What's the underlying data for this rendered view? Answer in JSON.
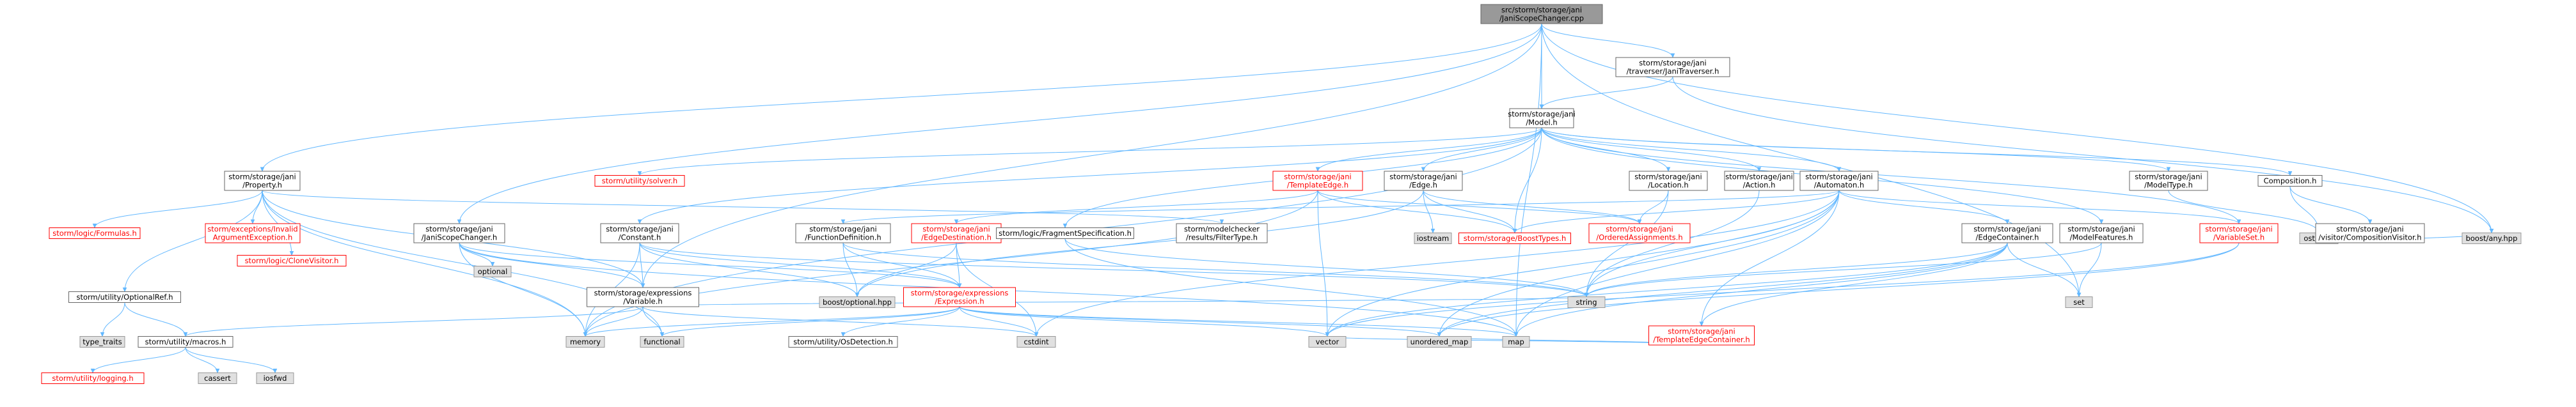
{
  "colors": {
    "root_fill": "#999999",
    "node_fill": "#ffffff",
    "node_stroke": "#666666",
    "external_fill": "#e0e0e0",
    "external_stroke": "#999999",
    "edge": "#63b8ff",
    "missing_text": "#ff0000"
  },
  "nodes": {
    "root": {
      "lines": [
        "src/storm/storage/jani",
        "/JaniScopeChanger.cpp"
      ],
      "kind": "root"
    },
    "travjani": {
      "lines": [
        "storm/storage/jani",
        "/traverser/JaniTraverser.h"
      ],
      "kind": "normal"
    },
    "model": {
      "lines": [
        "storm/storage/jani",
        "/Model.h"
      ],
      "kind": "normal"
    },
    "property": {
      "lines": [
        "storm/storage/jani",
        "/Property.h"
      ],
      "kind": "normal"
    },
    "solver": {
      "lines": [
        "storm/utility/solver.h"
      ],
      "kind": "missing"
    },
    "templateedge": {
      "lines": [
        "storm/storage/jani",
        "/TemplateEdge.h"
      ],
      "kind": "missing"
    },
    "edge": {
      "lines": [
        "storm/storage/jani",
        "/Edge.h"
      ],
      "kind": "normal"
    },
    "location": {
      "lines": [
        "storm/storage/jani",
        "/Location.h"
      ],
      "kind": "normal"
    },
    "action": {
      "lines": [
        "storm/storage/jani",
        "/Action.h"
      ],
      "kind": "normal"
    },
    "automaton": {
      "lines": [
        "storm/storage/jani",
        "/Automaton.h"
      ],
      "kind": "normal"
    },
    "modeltype": {
      "lines": [
        "storm/storage/jani",
        "/ModelType.h"
      ],
      "kind": "normal"
    },
    "composition": {
      "lines": [
        "Composition.h"
      ],
      "kind": "normal"
    },
    "formulas": {
      "lines": [
        "storm/logic/Formulas.h"
      ],
      "kind": "missing"
    },
    "invalidarg": {
      "lines": [
        "storm/exceptions/Invalid",
        "ArgumentException.h"
      ],
      "kind": "missing"
    },
    "clonevisitor": {
      "lines": [
        "storm/logic/CloneVisitor.h"
      ],
      "kind": "missing"
    },
    "scopechanger": {
      "lines": [
        "storm/storage/jani",
        "/JaniScopeChanger.h"
      ],
      "kind": "normal"
    },
    "optional": {
      "lines": [
        "optional"
      ],
      "kind": "external"
    },
    "constant": {
      "lines": [
        "storm/storage/jani",
        "/Constant.h"
      ],
      "kind": "normal"
    },
    "funcdef": {
      "lines": [
        "storm/storage/jani",
        "/FunctionDefinition.h"
      ],
      "kind": "normal"
    },
    "edgedest": {
      "lines": [
        "storm/storage/jani",
        "/EdgeDestination.h"
      ],
      "kind": "missing"
    },
    "fragspec": {
      "lines": [
        "storm/logic/FragmentSpecification.h"
      ],
      "kind": "normal"
    },
    "filtertype": {
      "lines": [
        "storm/modelchecker",
        "/results/FilterType.h"
      ],
      "kind": "normal"
    },
    "iostream": {
      "lines": [
        "iostream"
      ],
      "kind": "external"
    },
    "boosttypes": {
      "lines": [
        "storm/storage/BoostTypes.h"
      ],
      "kind": "missing"
    },
    "orderedassign": {
      "lines": [
        "storm/storage/jani",
        "/OrderedAssignments.h"
      ],
      "kind": "missing"
    },
    "edgecontainer": {
      "lines": [
        "storm/storage/jani",
        "/EdgeContainer.h"
      ],
      "kind": "normal"
    },
    "modelfeatures": {
      "lines": [
        "storm/storage/jani",
        "/ModelFeatures.h"
      ],
      "kind": "normal"
    },
    "variableset": {
      "lines": [
        "storm/storage/jani",
        "/VariableSet.h"
      ],
      "kind": "missing"
    },
    "ostream": {
      "lines": [
        "ostream"
      ],
      "kind": "external"
    },
    "compvisitor": {
      "lines": [
        "storm/storage/jani",
        "/visitor/CompositionVisitor.h"
      ],
      "kind": "normal"
    },
    "boostany": {
      "lines": [
        "boost/any.hpp"
      ],
      "kind": "external"
    },
    "optionalref": {
      "lines": [
        "storm/utility/OptionalRef.h"
      ],
      "kind": "normal"
    },
    "exprvariable": {
      "lines": [
        "storm/storage/expressions",
        "/Variable.h"
      ],
      "kind": "normal"
    },
    "boostoptional": {
      "lines": [
        "boost/optional.hpp"
      ],
      "kind": "external"
    },
    "expression": {
      "lines": [
        "storm/storage/expressions",
        "/Expression.h"
      ],
      "kind": "missing"
    },
    "string": {
      "lines": [
        "string"
      ],
      "kind": "external"
    },
    "set": {
      "lines": [
        "set"
      ],
      "kind": "external"
    },
    "templatecont": {
      "lines": [
        "storm/storage/jani",
        "/TemplateEdgeContainer.h"
      ],
      "kind": "missing"
    },
    "typetraits": {
      "lines": [
        "type_traits"
      ],
      "kind": "external"
    },
    "macros": {
      "lines": [
        "storm/utility/macros.h"
      ],
      "kind": "normal"
    },
    "memory": {
      "lines": [
        "memory"
      ],
      "kind": "external"
    },
    "functional": {
      "lines": [
        "functional"
      ],
      "kind": "external"
    },
    "cstdint": {
      "lines": [
        "cstdint"
      ],
      "kind": "external"
    },
    "osdetection": {
      "lines": [
        "storm/utility/OsDetection.h"
      ],
      "kind": "normal"
    },
    "vector": {
      "lines": [
        "vector"
      ],
      "kind": "external"
    },
    "unorderedmap": {
      "lines": [
        "unordered_map"
      ],
      "kind": "external"
    },
    "map": {
      "lines": [
        "map"
      ],
      "kind": "external"
    },
    "logging": {
      "lines": [
        "storm/utility/logging.h"
      ],
      "kind": "missing"
    },
    "cassert": {
      "lines": [
        "cassert"
      ],
      "kind": "external"
    },
    "iosfwd": {
      "lines": [
        "iosfwd"
      ],
      "kind": "external"
    }
  },
  "edges": [
    [
      "root",
      "travjani"
    ],
    [
      "root",
      "model"
    ],
    [
      "root",
      "property"
    ],
    [
      "root",
      "scopechanger"
    ],
    [
      "root",
      "exprvariable"
    ],
    [
      "root",
      "boostany"
    ],
    [
      "root",
      "set"
    ],
    [
      "root",
      "map"
    ],
    [
      "travjani",
      "model"
    ],
    [
      "travjani",
      "boostany"
    ],
    [
      "model",
      "solver"
    ],
    [
      "model",
      "templateedge"
    ],
    [
      "model",
      "edge"
    ],
    [
      "model",
      "location"
    ],
    [
      "model",
      "action"
    ],
    [
      "model",
      "automaton"
    ],
    [
      "model",
      "modeltype"
    ],
    [
      "model",
      "composition"
    ],
    [
      "model",
      "constant"
    ],
    [
      "model",
      "boosttypes"
    ],
    [
      "model",
      "modelfeatures"
    ],
    [
      "model",
      "variableset"
    ],
    [
      "model",
      "fragspec"
    ],
    [
      "model",
      "memory"
    ],
    [
      "property",
      "formulas"
    ],
    [
      "property",
      "invalidarg"
    ],
    [
      "property",
      "clonevisitor"
    ],
    [
      "property",
      "filtertype"
    ],
    [
      "property",
      "exprvariable"
    ],
    [
      "property",
      "optionalref"
    ],
    [
      "property",
      "memory"
    ],
    [
      "property",
      "functional"
    ],
    [
      "templateedge",
      "boosttypes"
    ],
    [
      "templateedge",
      "orderedassign"
    ],
    [
      "templateedge",
      "edgedest"
    ],
    [
      "templateedge",
      "vector"
    ],
    [
      "templateedge",
      "memory"
    ],
    [
      "edge",
      "iostream"
    ],
    [
      "edge",
      "boosttypes"
    ],
    [
      "edge",
      "orderedassign"
    ],
    [
      "edge",
      "boostoptional"
    ],
    [
      "location",
      "orderedassign"
    ],
    [
      "location",
      "string"
    ],
    [
      "action",
      "string"
    ],
    [
      "automaton",
      "boosttypes"
    ],
    [
      "automaton",
      "edgecontainer"
    ],
    [
      "automaton",
      "variableset"
    ],
    [
      "automaton",
      "funcdef"
    ],
    [
      "automaton",
      "templatecont"
    ],
    [
      "automaton",
      "string"
    ],
    [
      "automaton",
      "vector"
    ],
    [
      "automaton",
      "unorderedmap"
    ],
    [
      "automaton",
      "map"
    ],
    [
      "automaton",
      "cstdint"
    ],
    [
      "modeltype",
      "ostream"
    ],
    [
      "composition",
      "compvisitor"
    ],
    [
      "composition",
      "ostream"
    ],
    [
      "compvisitor",
      "boostany"
    ],
    [
      "scopechanger",
      "optional"
    ],
    [
      "scopechanger",
      "exprvariable"
    ],
    [
      "scopechanger",
      "memory"
    ],
    [
      "scopechanger",
      "expression"
    ],
    [
      "scopechanger",
      "map"
    ],
    [
      "constant",
      "exprvariable"
    ],
    [
      "constant",
      "expression"
    ],
    [
      "constant",
      "boostoptional"
    ],
    [
      "constant",
      "string"
    ],
    [
      "constant",
      "memory"
    ],
    [
      "funcdef",
      "expression"
    ],
    [
      "funcdef",
      "boostoptional"
    ],
    [
      "funcdef",
      "string"
    ],
    [
      "edgedest",
      "expression"
    ],
    [
      "edgedest",
      "boostoptional"
    ],
    [
      "edgedest",
      "cstdint"
    ],
    [
      "fragspec",
      "map"
    ],
    [
      "fragspec",
      "string"
    ],
    [
      "edgecontainer",
      "set"
    ],
    [
      "edgecontainer",
      "templatecont"
    ],
    [
      "edgecontainer",
      "vector"
    ],
    [
      "edgecontainer",
      "unorderedmap"
    ],
    [
      "edgecontainer",
      "map"
    ],
    [
      "edgecontainer",
      "string"
    ],
    [
      "modelfeatures",
      "string"
    ],
    [
      "modelfeatures",
      "set"
    ],
    [
      "variableset",
      "vector"
    ],
    [
      "variableset",
      "unorderedmap"
    ],
    [
      "templatecont",
      "vector"
    ],
    [
      "templatecont",
      "unorderedmap"
    ],
    [
      "optionalref",
      "typetraits"
    ],
    [
      "optionalref",
      "macros"
    ],
    [
      "exprvariable",
      "macros"
    ],
    [
      "exprvariable",
      "memory"
    ],
    [
      "exprvariable",
      "functional"
    ],
    [
      "exprvariable",
      "cstdint"
    ],
    [
      "exprvariable",
      "string"
    ],
    [
      "expression",
      "memory"
    ],
    [
      "expression",
      "functional"
    ],
    [
      "expression",
      "cstdint"
    ],
    [
      "expression",
      "osdetection"
    ],
    [
      "expression",
      "vector"
    ],
    [
      "expression",
      "unorderedmap"
    ],
    [
      "expression",
      "map"
    ],
    [
      "macros",
      "logging"
    ],
    [
      "macros",
      "cassert"
    ],
    [
      "macros",
      "iosfwd"
    ]
  ]
}
